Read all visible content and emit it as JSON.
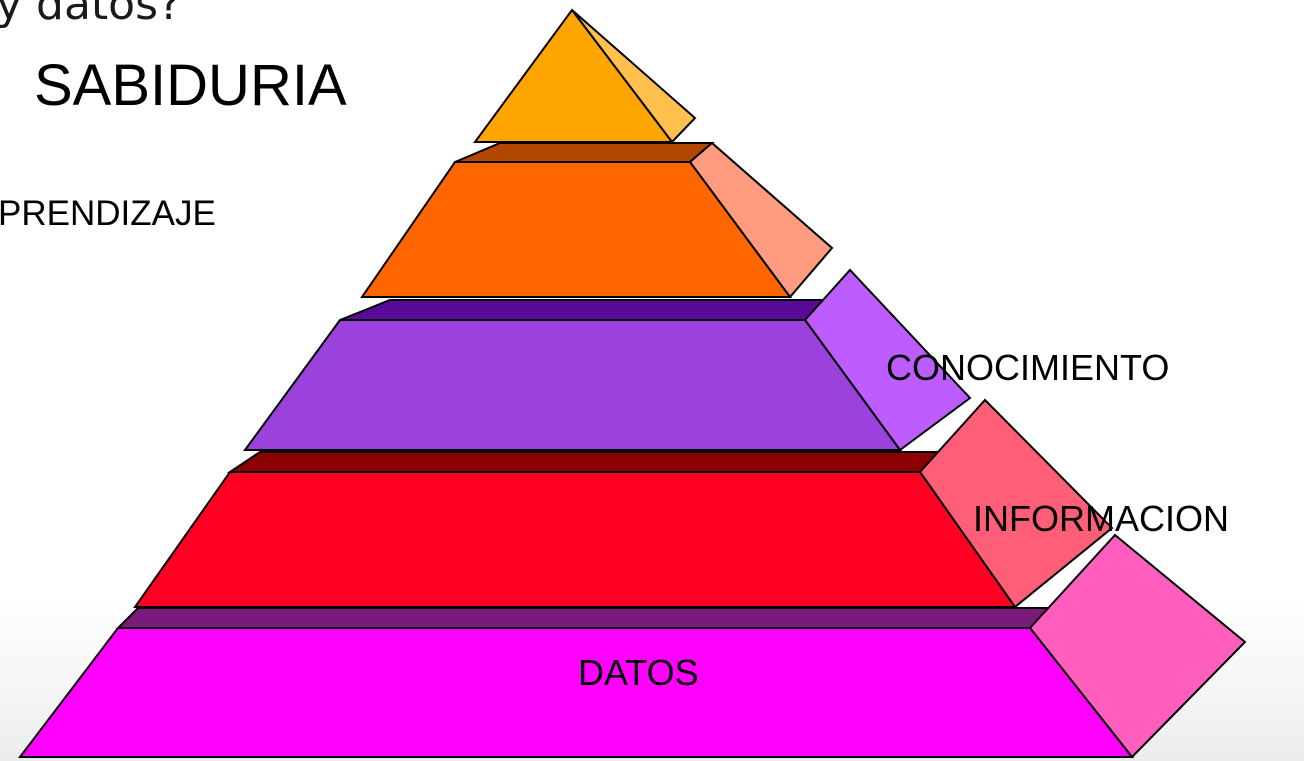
{
  "heading_fragment": "y datos?",
  "levels": {
    "sabiduria": "SABIDURIA",
    "aprendizaje": "PRENDIZAJE",
    "conocimiento": "CONOCIMIENTO",
    "informacion": "INFORMACION",
    "datos": "DATOS"
  },
  "colors": {
    "sabiduria": "#ffa500",
    "aprendizaje": "#ff6600",
    "conocimiento": "#9b42dd",
    "informacion": "#ff0022",
    "datos": "#ff00ff"
  }
}
